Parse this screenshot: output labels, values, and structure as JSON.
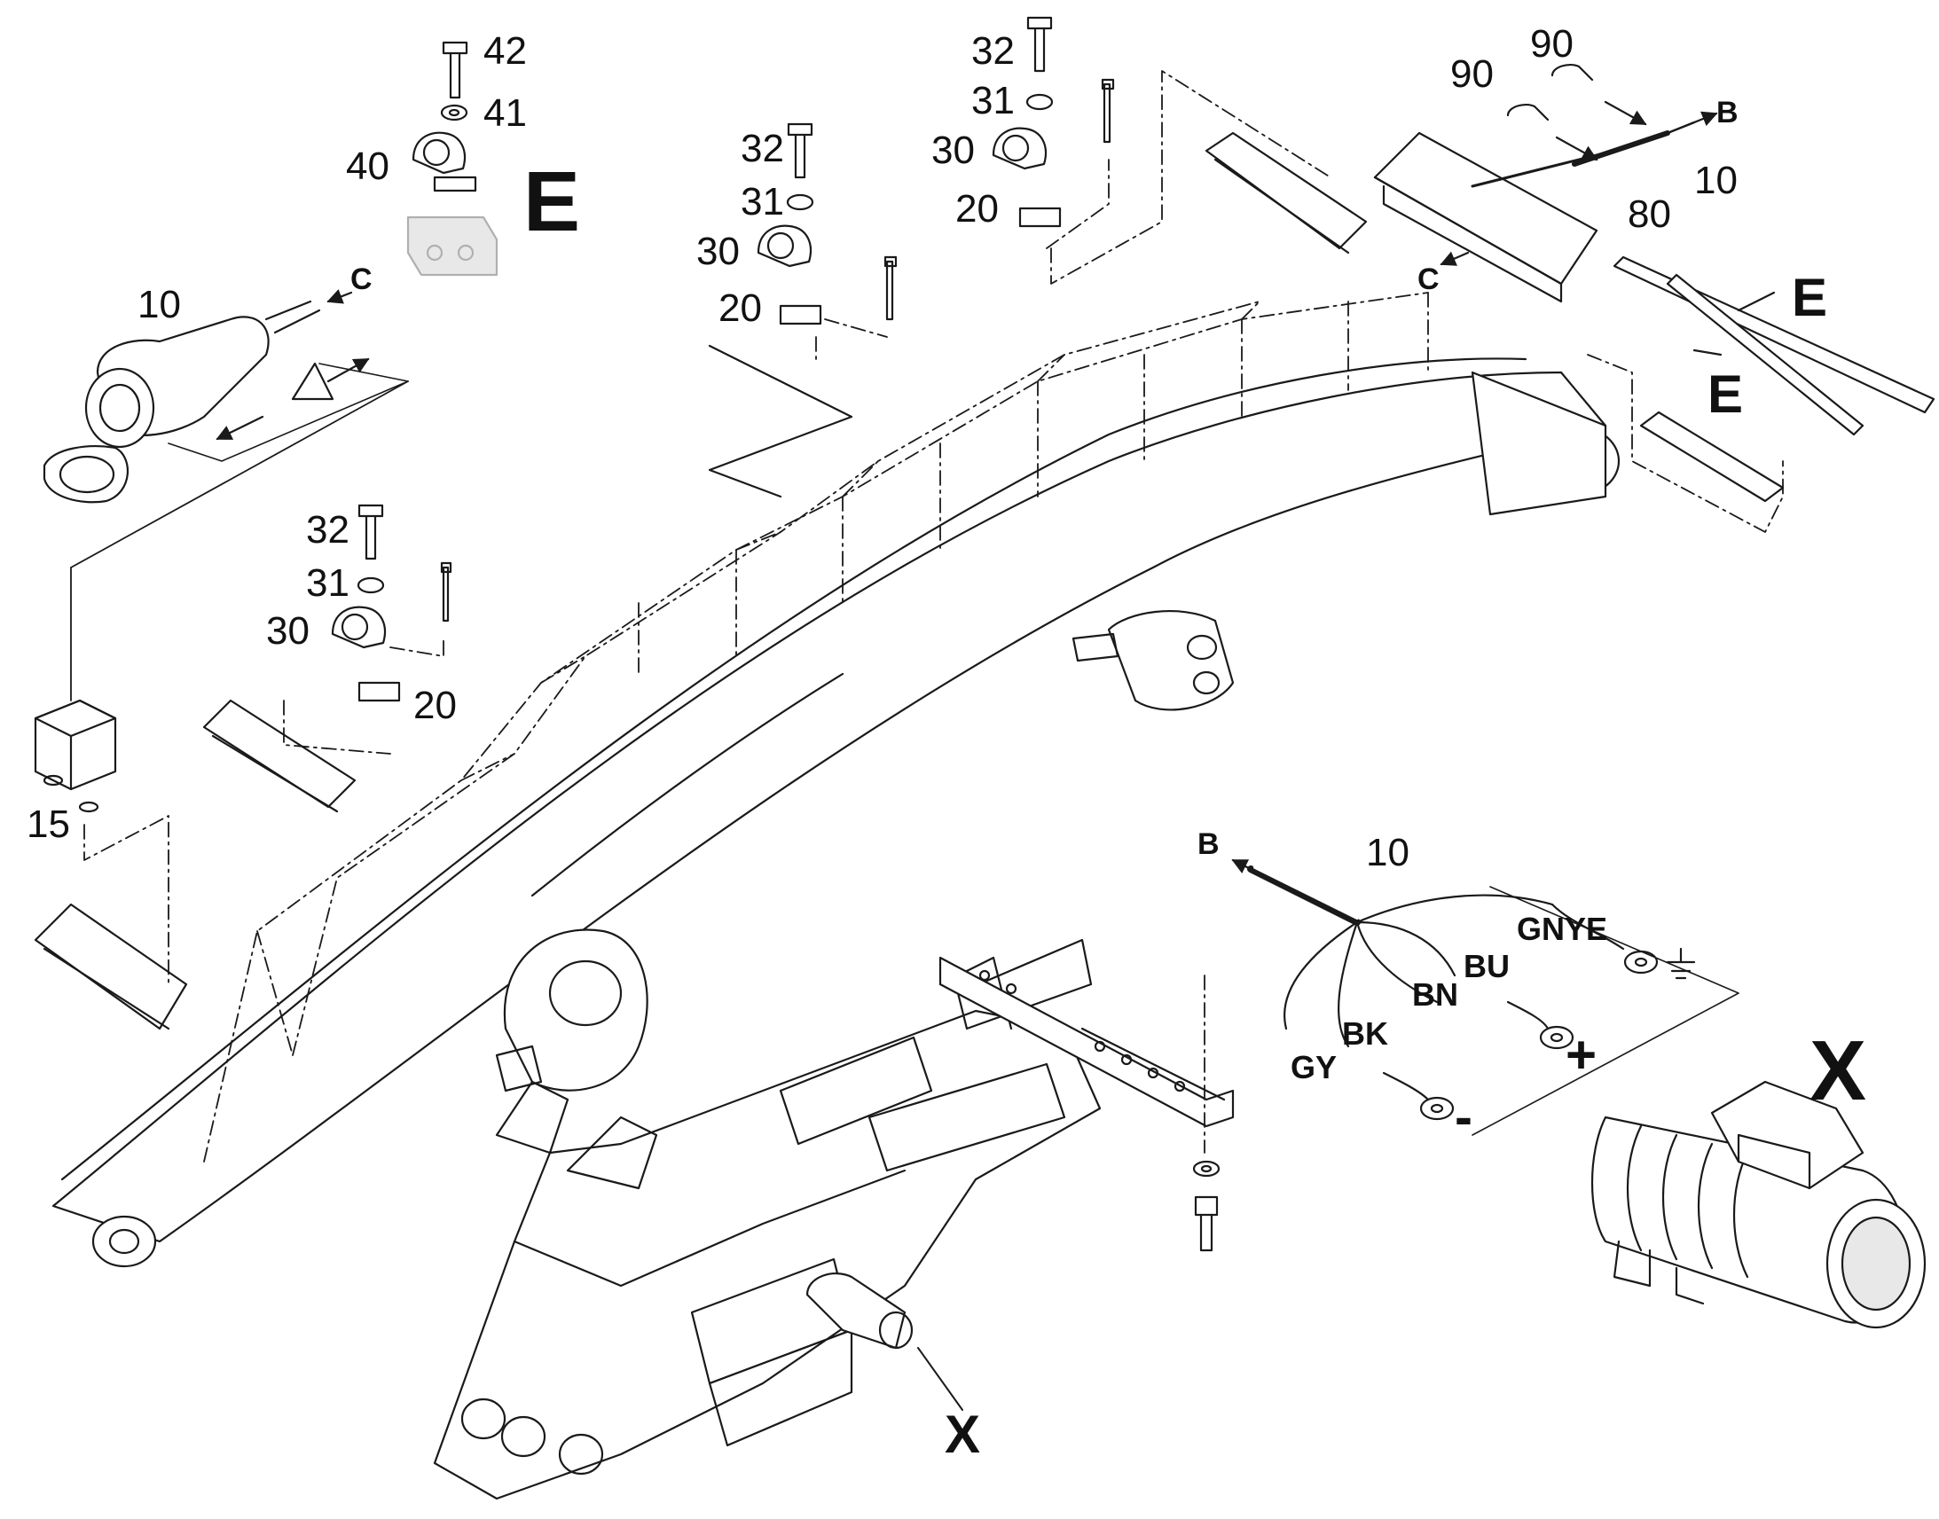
{
  "callouts": {
    "c42": "42",
    "c41": "41",
    "c40": "40",
    "c32a": "32",
    "c31a": "31",
    "c30a": "30",
    "c20a": "20",
    "c32b": "32",
    "c31b": "31",
    "c30b": "30",
    "c20b": "20",
    "c32c": "32",
    "c31c": "31",
    "c30c": "30",
    "c20c": "20",
    "c90a": "90",
    "c90b": "90",
    "c10_top": "10",
    "c80": "80",
    "c10_plug": "10",
    "c15": "15",
    "c10_cable": "10"
  },
  "detail_letters": {
    "e_clamp": "E",
    "e_bar1": "E",
    "e_bar2": "E",
    "x_motor": "X",
    "x_frame": "X"
  },
  "pointer_letters": {
    "c_plug": "C",
    "c_valve": "C",
    "b_top": "B",
    "b_cable": "B"
  },
  "wires": {
    "gnye": "GNYE",
    "bu": "BU",
    "bn": "BN",
    "bk": "BK",
    "gy": "GY"
  },
  "polarity": {
    "plus": "+",
    "minus": "-"
  },
  "colors": {
    "line": "#1a1a1a",
    "fill": "#ffffff",
    "shade": "#e8e8e8"
  }
}
